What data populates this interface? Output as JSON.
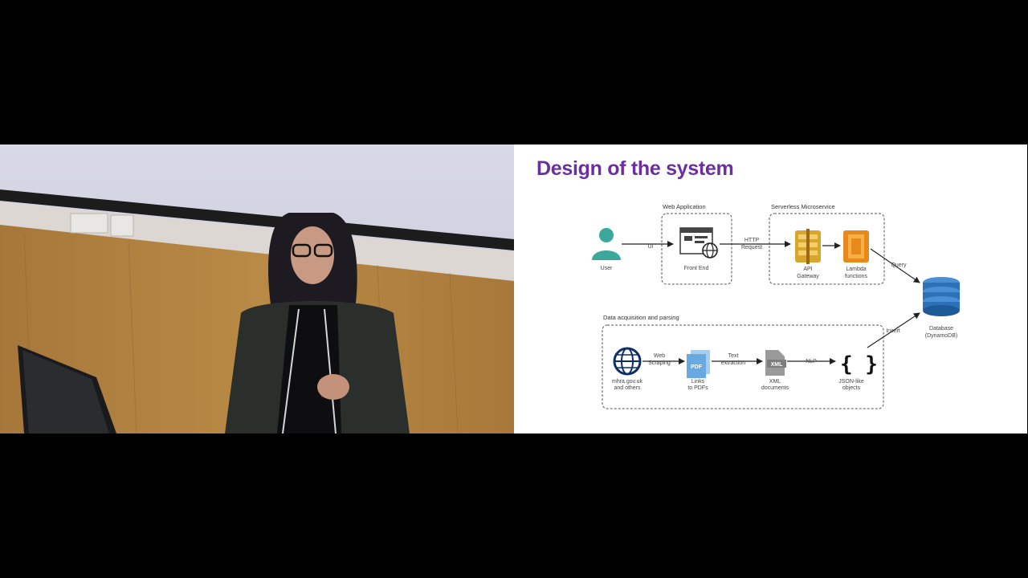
{
  "slide": {
    "title": "Design of the system",
    "groups": {
      "web_app": "Web Application",
      "serverless": "Serverless Microservice",
      "data_acq": "Data acquisition and parsing"
    },
    "nodes": {
      "user": "User",
      "front_end": "Front End",
      "api_gateway": [
        "API",
        "Gateway"
      ],
      "lambda": [
        "Lambda",
        "functions"
      ],
      "database": [
        "Database",
        "(DynamoDB)"
      ],
      "source": [
        "mhra.gov.uk",
        "and others"
      ],
      "links_pdfs": [
        "Links",
        "to PDFs"
      ],
      "xml": [
        "XML",
        "documents"
      ],
      "json": [
        "JSON-like",
        "objects"
      ]
    },
    "edges": {
      "ui": "UI",
      "http": [
        "HTTP",
        "Request"
      ],
      "query": "Query",
      "insert": "Insert",
      "web_scraping": [
        "Web",
        "Scraping"
      ],
      "text_extraction": [
        "Text",
        "extraction"
      ],
      "nlp": "NLP"
    },
    "icon_labels": {
      "pdf": "PDF",
      "xml": "XML"
    }
  },
  "colors": {
    "title": "#6a2fa0",
    "user": "#3aa99b",
    "aws_orange": "#e8891c",
    "aws_gold": "#d8a52d",
    "dynamo_blue": "#2d72b8",
    "pdf_blue": "#67a9e0"
  }
}
